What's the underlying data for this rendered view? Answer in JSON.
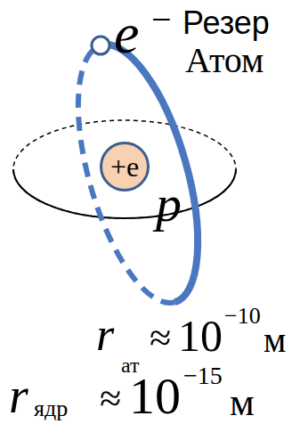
{
  "diagram": {
    "nodes": [
      {
        "text": [
          "+e",
          "p"
        ]
      }
    ],
    "labels": [
      "e",
      "−",
      "Резер",
      "Атом",
      "r",
      "ат",
      "≈",
      "10",
      "−10",
      "м",
      "r",
      "ядр",
      "≈",
      "10",
      "−15",
      "м"
    ]
  }
}
